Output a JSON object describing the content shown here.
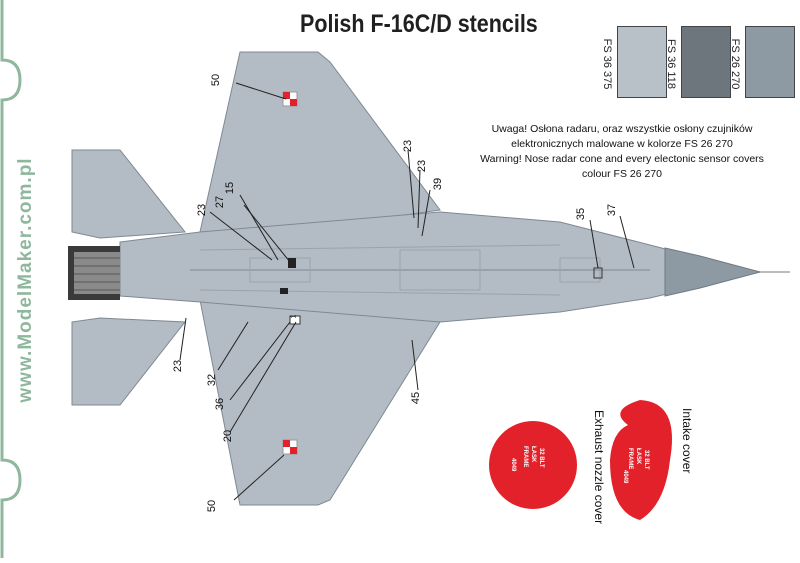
{
  "brand": {
    "text": "www.ModelMaker.com.pl"
  },
  "title": "Polish F-16C/D stencils",
  "swatches": [
    {
      "label": "FS 36 375",
      "color": "#b9c1c8"
    },
    {
      "label": "FS 36 118",
      "color": "#6d767d"
    },
    {
      "label": "FS 26 270",
      "color": "#8d9aa4"
    }
  ],
  "warning": {
    "line1": "Uwaga! Osłona radaru, oraz wszystkie osłony czujników",
    "line2": "elektronicznych malowane w kolorze FS 26 270",
    "line3": "Warning! Nose radar cone and every electonic sensor covers",
    "line4": "colour FS 26 270"
  },
  "callouts": {
    "c50_top": "50",
    "c15": "15",
    "c27": "27",
    "c23_left": "23",
    "c23_a": "23",
    "c23_b": "23",
    "c39": "39",
    "c35": "35",
    "c37": "37",
    "c23_bottom": "23",
    "c32": "32",
    "c36": "36",
    "c20": "20",
    "c45": "45",
    "c50_bottom": "50",
    "c1": "1"
  },
  "covers": {
    "exhaust_label": "Exhaust nozzle cover",
    "intake_label": "Intake cover",
    "exhaust_text1": "32 BLT",
    "exhaust_text2": "ŁASK",
    "exhaust_text3": "FRAME",
    "exhaust_text4": "4049",
    "intake_text1": "32 BLT",
    "intake_text2": "ŁASK",
    "intake_text3": "FRAME",
    "intake_text4": "4049",
    "cover_color": "#e3212a"
  },
  "colors": {
    "airframe": "#b3bcc4",
    "panel_line": "#7f8992",
    "radome": "#8d9aa4",
    "brand_green": "#8fb79d"
  }
}
